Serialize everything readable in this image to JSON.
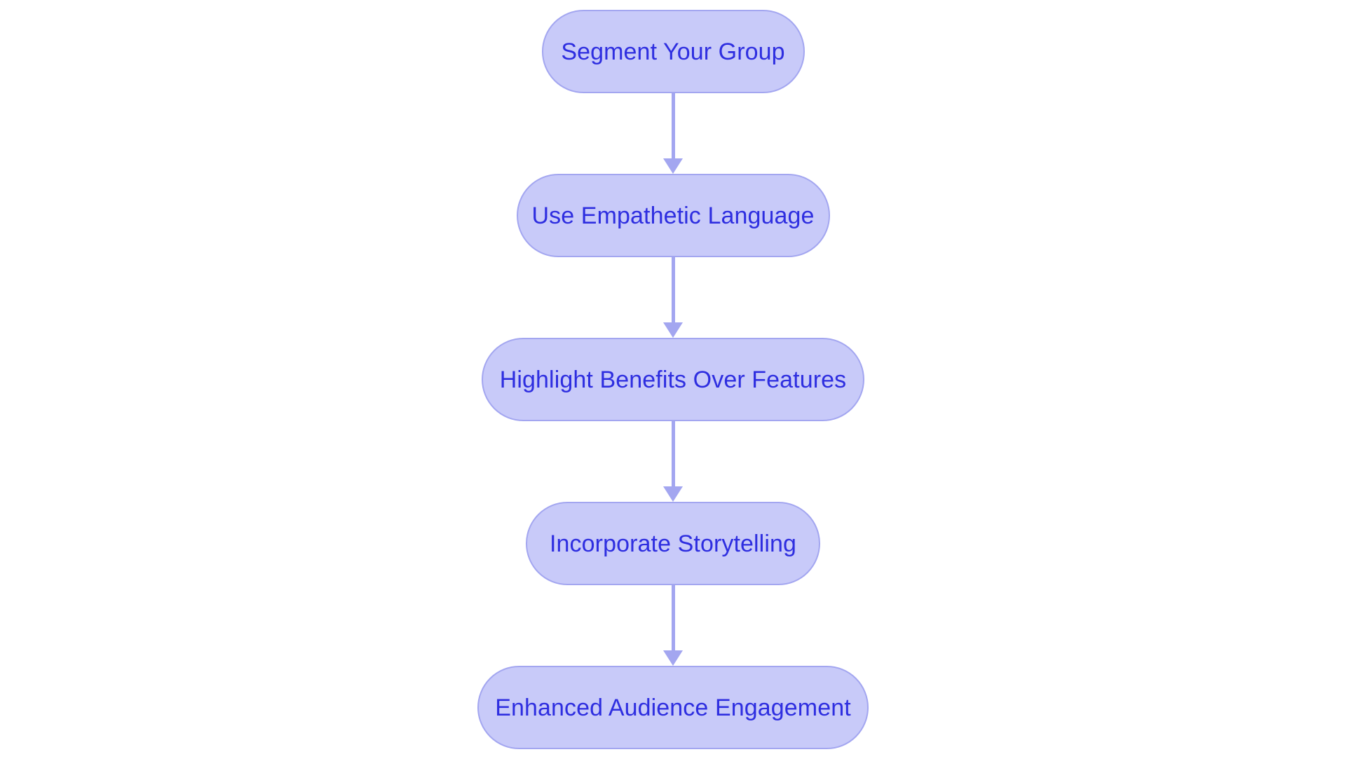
{
  "diagram": {
    "type": "flowchart",
    "orientation": "vertical-top-to-bottom",
    "background_color": "#ffffff",
    "node_fill_color": "#c8caf9",
    "node_border_color": "#a3a6f0",
    "node_text_color": "#2e2ee0",
    "connector_color": "#a3a6f0",
    "nodes": [
      {
        "id": "node-1",
        "label": "Segment Your Group"
      },
      {
        "id": "node-2",
        "label": "Use Empathetic Language"
      },
      {
        "id": "node-3",
        "label": "Highlight Benefits Over Features"
      },
      {
        "id": "node-4",
        "label": "Incorporate Storytelling"
      },
      {
        "id": "node-5",
        "label": "Enhanced Audience Engagement"
      }
    ],
    "edges": [
      {
        "id": "edge-1",
        "from": "node-1",
        "to": "node-2",
        "label": ""
      },
      {
        "id": "edge-2",
        "from": "node-2",
        "to": "node-3",
        "label": ""
      },
      {
        "id": "edge-3",
        "from": "node-3",
        "to": "node-4",
        "label": ""
      },
      {
        "id": "edge-4",
        "from": "node-4",
        "to": "node-5",
        "label": ""
      }
    ]
  }
}
